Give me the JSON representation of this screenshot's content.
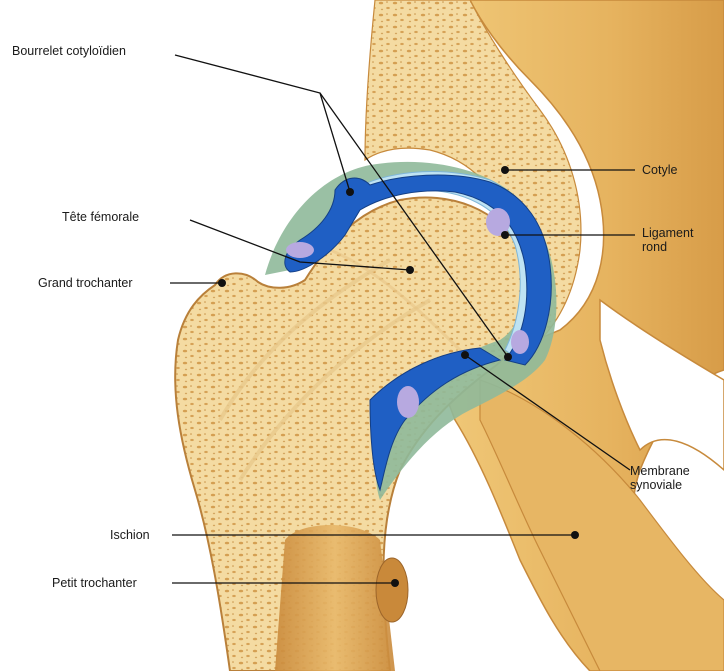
{
  "figure": {
    "labels": {
      "bourrelet": "Bourrelet cotyloïdien",
      "tete": "Tête fémorale",
      "grand_trochanter": "Grand trochanter",
      "ischion": "Ischion",
      "petit_trochanter": "Petit trochanter",
      "cotyle": "Cotyle",
      "ligament_line1": "Ligament",
      "ligament_line2": "rond",
      "membrane_line1": "Membrane",
      "membrane_line2": "synoviale"
    },
    "colors": {
      "bone_light": "#f5dfa9",
      "bone_mid": "#e8be72",
      "bone_dark": "#cf9a44",
      "marrow_dots": "#c98a36",
      "cartilage_blue": "#1f5fc4",
      "cartilage_light": "#bfe3f3",
      "synovial_green": "#8fb99a",
      "ligament_lilac": "#b7a9e0",
      "lines": "#111111"
    }
  }
}
